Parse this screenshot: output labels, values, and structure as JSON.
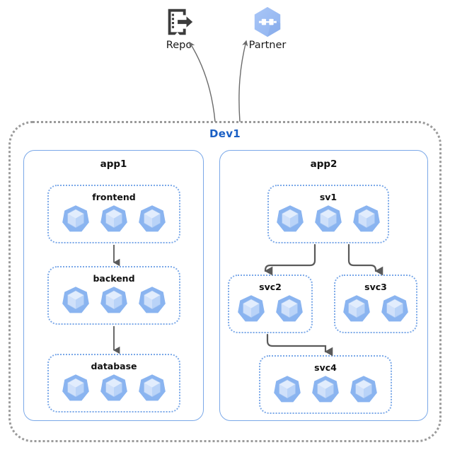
{
  "diagram": {
    "title": "Kubernetes cluster application topology",
    "colors": {
      "cluster_border": "#9b9b9b",
      "cluster_label": "#1a5fc4",
      "app_border": "#7aa8e8",
      "group_border": "#7aa8e8",
      "pod_fill": "#8ab4f0",
      "pod_cube": "#cfe0fa",
      "arrow": "#5a5a5a",
      "curve_arrow": "#6b6b6b",
      "repo_icon": "#3c3c3c",
      "partner_icon": "#9cbdf5"
    },
    "external_nodes": [
      {
        "id": "repo",
        "label": "Repo",
        "icon": "repository-icon"
      },
      {
        "id": "partner",
        "label": "Partner",
        "icon": "partner-hexagon-icon"
      }
    ],
    "cluster": {
      "label": "Dev1",
      "apps": [
        {
          "id": "app1",
          "label": "app1",
          "groups": [
            {
              "id": "frontend",
              "label": "frontend",
              "pods": 3,
              "pod_icon": "pod-icon"
            },
            {
              "id": "backend",
              "label": "backend",
              "pods": 3,
              "pod_icon": "pod-icon"
            },
            {
              "id": "database",
              "label": "database",
              "pods": 3,
              "pod_icon": "pod-icon"
            }
          ]
        },
        {
          "id": "app2",
          "label": "app2",
          "groups": [
            {
              "id": "sv1",
              "label": "sv1",
              "pods": 3,
              "pod_icon": "pod-icon"
            },
            {
              "id": "svc2",
              "label": "svc2",
              "pods": 2,
              "pod_icon": "pod-icon"
            },
            {
              "id": "svc3",
              "label": "svc3",
              "pods": 2,
              "pod_icon": "pod-icon"
            },
            {
              "id": "svc4",
              "label": "svc4",
              "pods": 3,
              "pod_icon": "pod-icon"
            }
          ]
        }
      ]
    },
    "connections": [
      {
        "from": "frontend",
        "to": "backend",
        "style": "straight-arrow"
      },
      {
        "from": "backend",
        "to": "database",
        "style": "straight-arrow"
      },
      {
        "from": "sv1",
        "to": "svc2",
        "style": "elbow-arrow"
      },
      {
        "from": "sv1",
        "to": "svc3",
        "style": "elbow-arrow"
      },
      {
        "from": "svc2",
        "to": "svc4",
        "style": "elbow-arrow"
      },
      {
        "from": "Dev1",
        "to": "repo",
        "style": "curved-arrow"
      },
      {
        "from": "Dev1",
        "to": "partner",
        "style": "curved-arrow"
      }
    ]
  }
}
